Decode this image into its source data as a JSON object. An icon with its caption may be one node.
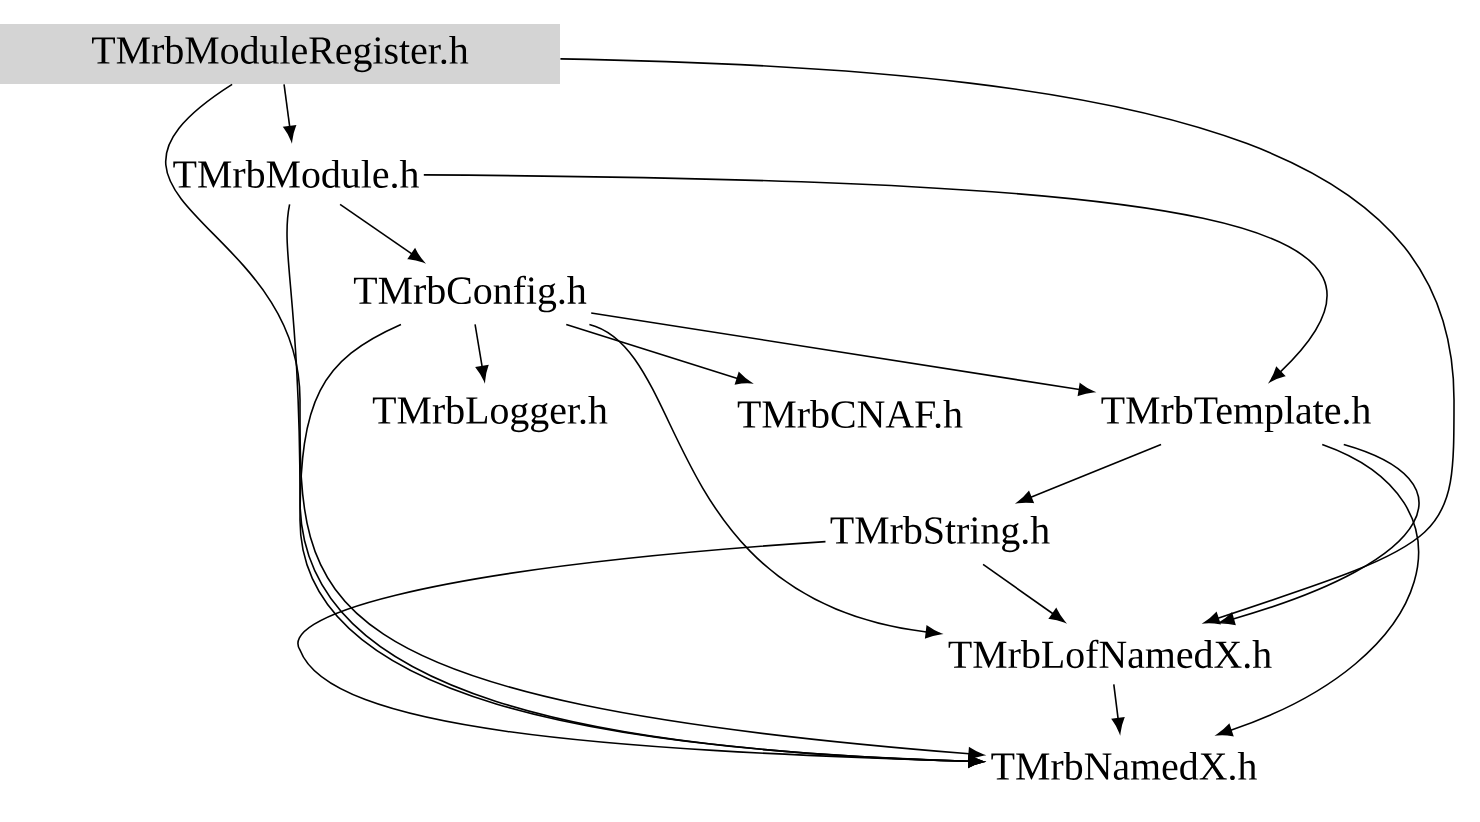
{
  "diagram": {
    "nodes": [
      {
        "text": [
          "TMrbModuleRegister.h"
        ]
      },
      {
        "text": [
          "TMrbModule.h"
        ]
      },
      {
        "text": [
          "TMrbConfig.h"
        ]
      },
      {
        "text": [
          "TMrbLogger.h"
        ]
      },
      {
        "text": [
          "TMrbCNAF.h"
        ]
      },
      {
        "text": [
          "TMrbTemplate.h"
        ]
      },
      {
        "text": [
          "TMrbString.h"
        ]
      },
      {
        "text": [
          "TMrbLofNamedX.h"
        ]
      },
      {
        "text": [
          "TMrbNamedX.h"
        ]
      }
    ],
    "edges": [
      {
        "from": 0,
        "to": 1,
        "arrow": "to"
      },
      {
        "from": 0,
        "to": 8,
        "arrow": "to"
      },
      {
        "from": 0,
        "to": 7,
        "arrow": "to"
      },
      {
        "from": 1,
        "to": 2,
        "arrow": "to"
      },
      {
        "from": 1,
        "to": 5,
        "arrow": "to"
      },
      {
        "from": 1,
        "to": 8,
        "arrow": "to"
      },
      {
        "from": 2,
        "to": 3,
        "arrow": "to"
      },
      {
        "from": 2,
        "to": 4,
        "arrow": "to"
      },
      {
        "from": 2,
        "to": 5,
        "arrow": "to"
      },
      {
        "from": 2,
        "to": 7,
        "arrow": "to"
      },
      {
        "from": 2,
        "to": 8,
        "arrow": "to"
      },
      {
        "from": 5,
        "to": 6,
        "arrow": "to"
      },
      {
        "from": 5,
        "to": 7,
        "arrow": "to"
      },
      {
        "from": 5,
        "to": 8,
        "arrow": "to"
      },
      {
        "from": 6,
        "to": 7,
        "arrow": "to"
      },
      {
        "from": 6,
        "to": 8,
        "arrow": "to"
      },
      {
        "from": 7,
        "to": 8,
        "arrow": "to"
      }
    ]
  }
}
